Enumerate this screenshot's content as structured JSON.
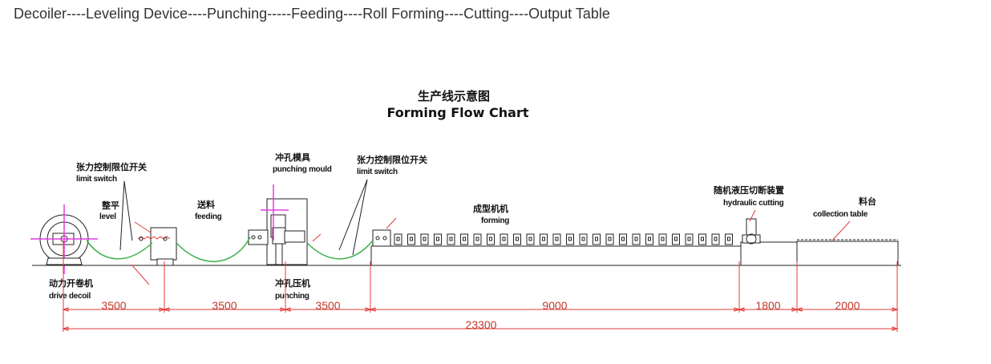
{
  "caption": "Decoiler----Leveling Device----Punching-----Feeding----Roll Forming----Cutting----Output Table",
  "diagram": {
    "title_cn": "生产线示意图",
    "title_en": "Forming Flow Chart",
    "labels": {
      "limit_switch_1_cn": "张力控制限位开关",
      "limit_switch_1_en": "limit switch",
      "level_cn": "整平",
      "level_en": "level",
      "feeding_cn": "送料",
      "feeding_en": "feeding",
      "punching_mould_cn": "冲孔模具",
      "punching_mould_en": "punching mould",
      "limit_switch_2_cn": "张力控制限位开关",
      "limit_switch_2_en": "limit switch",
      "forming_cn": "成型机机",
      "forming_en": "forming",
      "hydraulic_cutting_cn": "随机液压切断装置",
      "hydraulic_cutting_en": "hydraulic cutting",
      "collection_table_cn": "料台",
      "collection_table_en": "collection table",
      "drive_decoil_cn": "动力开卷机",
      "drive_decoil_en": "drive decoil",
      "punching_press_cn": "冲孔压机",
      "punching_press_en": "punching"
    },
    "dimensions": [
      "3500",
      "3500",
      "3500",
      "9000",
      "1800",
      "2000"
    ],
    "total_length": "23300"
  }
}
